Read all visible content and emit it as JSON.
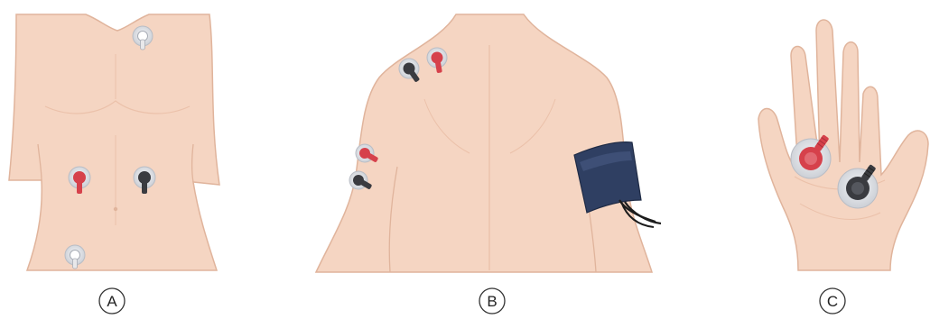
{
  "panels": [
    {
      "id": "A",
      "label": "A"
    },
    {
      "id": "B",
      "label": "B"
    },
    {
      "id": "C",
      "label": "C"
    }
  ],
  "colors": {
    "skin": "#f5d5c2",
    "skin_outline": "#e0b49c",
    "skin_shadow": "#eec4ad",
    "electrode_red": "#d6414b",
    "electrode_black": "#3a3b40",
    "electrode_white": "#e8e8ea",
    "pad_ring": "#c9ccd2",
    "cuff_blue": "#2f3f62",
    "cuff_highlight": "#44577f",
    "tube": "#1c1c1c"
  },
  "icons": {
    "electrode_red": "ecg-electrode-red-icon",
    "electrode_black": "ecg-electrode-black-icon",
    "electrode_white": "ecg-electrode-white-icon",
    "cuff": "blood-pressure-cuff-icon"
  }
}
